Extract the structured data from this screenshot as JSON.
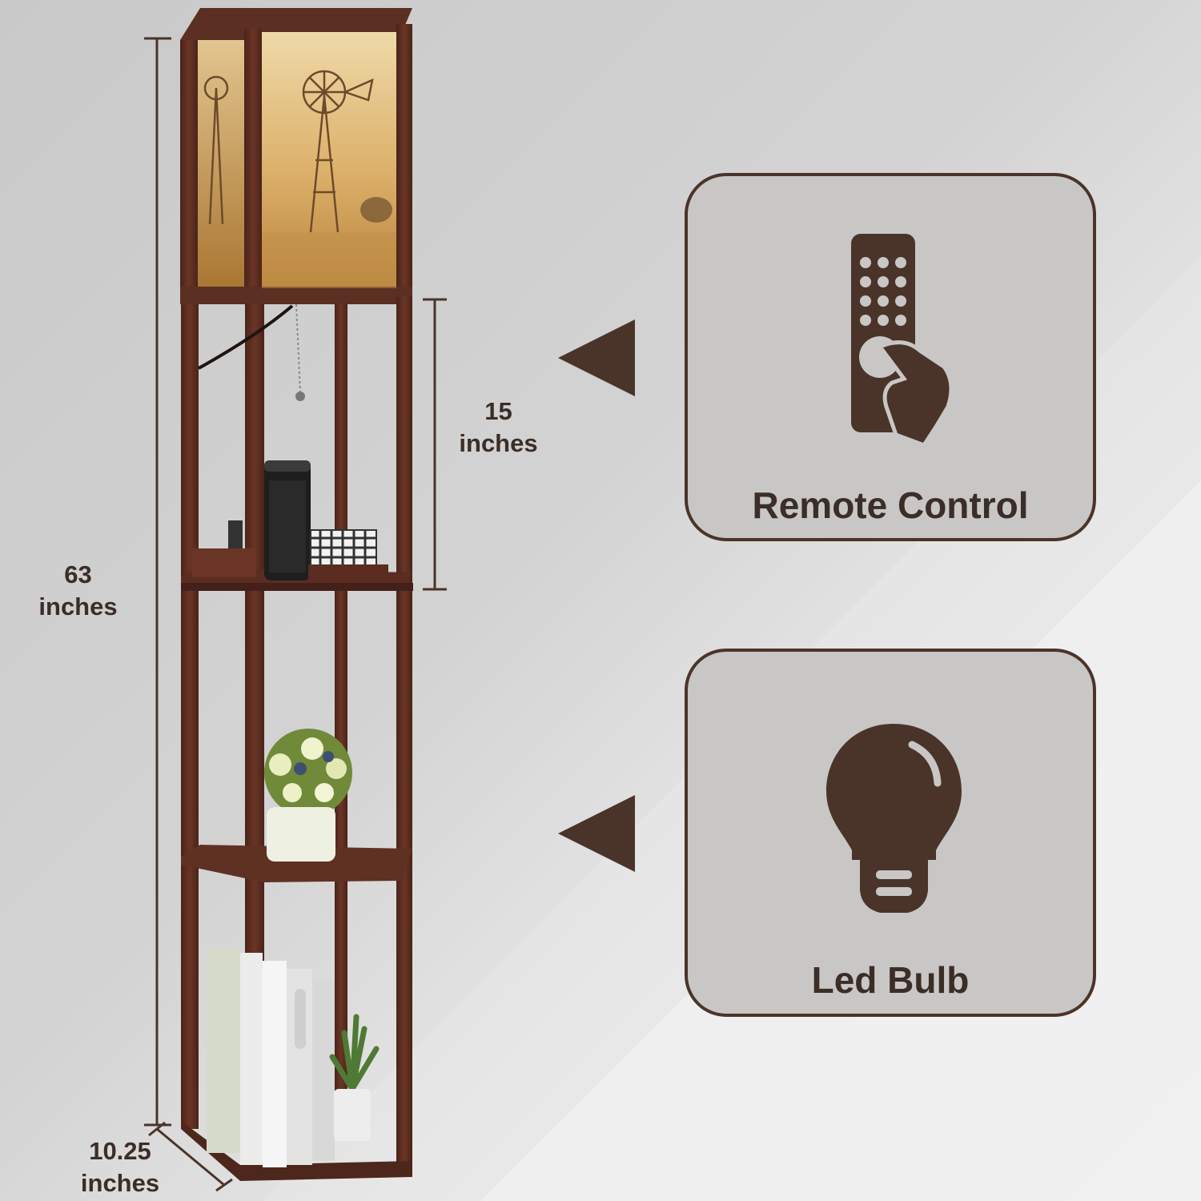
{
  "dimensions": {
    "height_total": {
      "value": "63",
      "unit": "inches"
    },
    "shelf_gap": {
      "value": "15",
      "unit": "inches"
    },
    "base_width": {
      "value": "10.25",
      "unit": "inches"
    }
  },
  "features": [
    {
      "label": "Remote Control",
      "icon": "remote-control-icon"
    },
    {
      "label": "Led Bulb",
      "icon": "led-bulb-icon"
    }
  ],
  "colors": {
    "accent_brown": "#4a3429",
    "frame_wood": "#5b2f22",
    "card_background": "#c8c7c5",
    "lamp_shade_glow": "#d9a65c"
  }
}
